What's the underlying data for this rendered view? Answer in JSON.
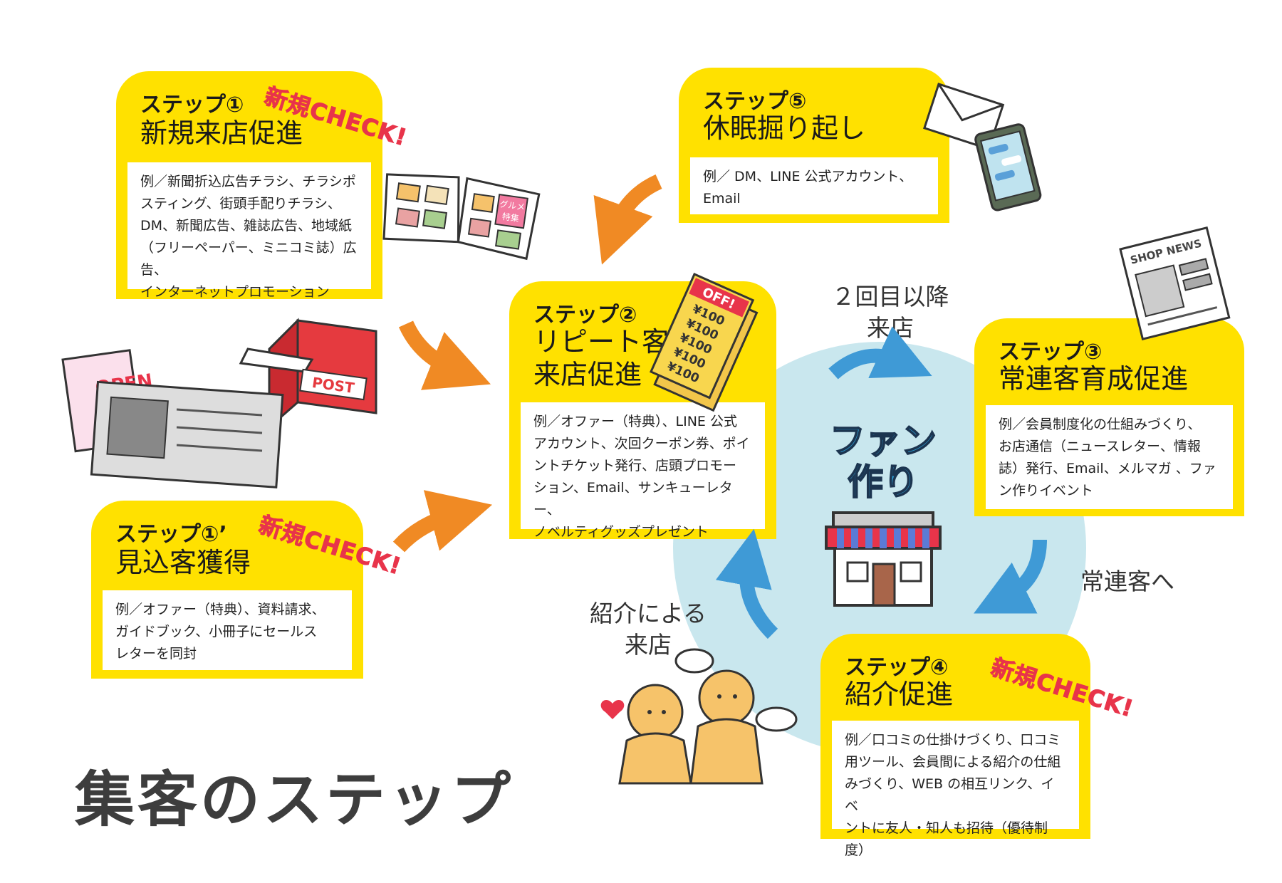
{
  "title": "集客のステップ",
  "steps": {
    "s1": {
      "label": "ステップ①",
      "name": "新規来店促進",
      "desc": "例／新聞折込広告チラシ、チラシポ\nスティング、街頭手配りチラシ、\nDM、新聞広告、雑誌広告、地域紙\n（フリーペーパー、ミニコミ誌）広告、\nインターネットプロモーション"
    },
    "s1b": {
      "label": "ステップ①’",
      "name": "見込客獲得",
      "desc": "例／オファー（特典）、資料請求、\nガイドブック、小冊子にセールス\nレターを同封"
    },
    "s2": {
      "label": "ステップ②",
      "name": "リピート客\n来店促進",
      "desc": "例／オファー（特典）、LINE 公式\nアカウント、次回クーポン券、ポイ\nントチケット発行、店頭プロモー\nション、Email、サンキューレター、\nノベルティグッズプレゼント"
    },
    "s3": {
      "label": "ステップ③",
      "name": "常連客育成促進",
      "desc": "例／会員制度化の仕組みづくり、\nお店通信（ニュースレター、情報\n誌）発行、Email、メルマガ 、ファ\nン作りイベント"
    },
    "s4": {
      "label": "ステップ④",
      "name": "紹介促進",
      "desc": "例／口コミの仕掛けづくり、口コミ\n用ツール、会員間による紹介の仕組\nみづくり、WEB の相互リンク、イベ\nントに友人・知人も招待（優待制度）"
    },
    "s5": {
      "label": "ステップ⑤",
      "name": "休眠掘り起し",
      "desc": "例／ DM、LINE 公式アカウント、\nEmail"
    }
  },
  "badges": {
    "check": "新規CHECK!"
  },
  "cycle": {
    "center": "ファン\n作り",
    "repeat": "２回目以降\n来店",
    "regular": "常連客へ",
    "referral": "紹介による\n来店"
  },
  "illustrations": {
    "coupon_off": "OFF!",
    "coupon_value": "¥100",
    "post": "POST",
    "open": "OPEN",
    "shop_news": "SHOP NEWS",
    "gourmet": "グルメ\n特集"
  },
  "colors": {
    "card": "#ffe100",
    "badge": "#e8344a",
    "arrow_orange": "#f08a24",
    "arrow_blue": "#3f9ad6",
    "circle": "#c9e7ee"
  }
}
